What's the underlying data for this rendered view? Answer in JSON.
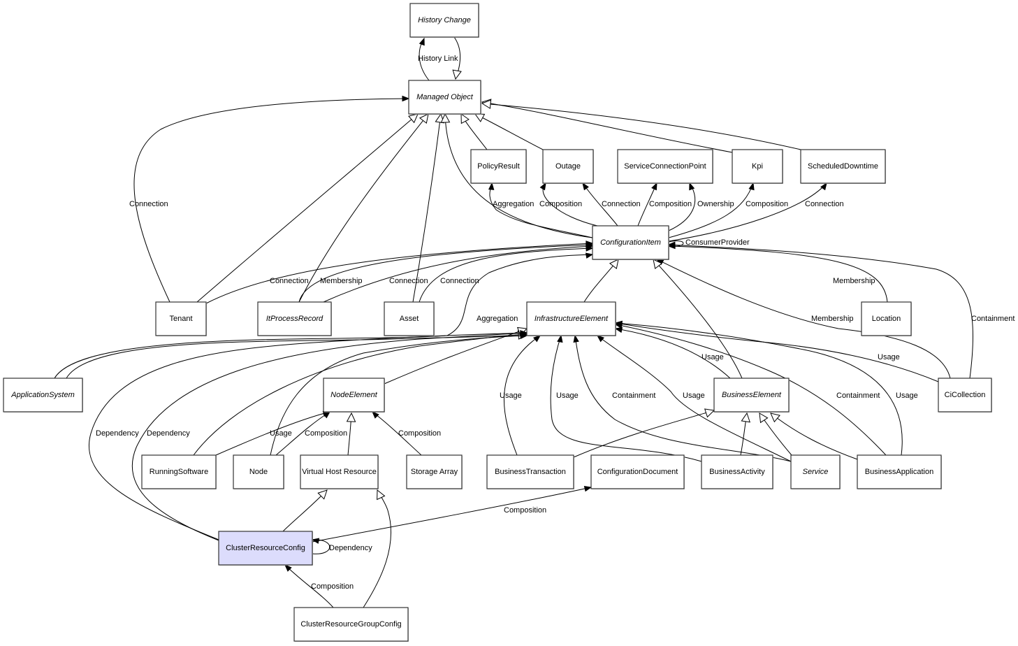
{
  "diagram": {
    "title": "Class relationship diagram",
    "nodes": [
      {
        "id": "history_change",
        "label": "History Change",
        "abstract": true
      },
      {
        "id": "managed_object",
        "label": "Managed Object",
        "abstract": true
      },
      {
        "id": "policy_result",
        "label": "PolicyResult",
        "abstract": false
      },
      {
        "id": "outage",
        "label": "Outage",
        "abstract": false
      },
      {
        "id": "service_connection_point",
        "label": "ServiceConnectionPoint",
        "abstract": false
      },
      {
        "id": "kpi",
        "label": "Kpi",
        "abstract": false
      },
      {
        "id": "scheduled_downtime",
        "label": "ScheduledDowntime",
        "abstract": false
      },
      {
        "id": "configuration_item",
        "label": "ConfigurationItem",
        "abstract": true
      },
      {
        "id": "tenant",
        "label": "Tenant",
        "abstract": false
      },
      {
        "id": "it_process_record",
        "label": "ItProcessRecord",
        "abstract": true
      },
      {
        "id": "asset",
        "label": "Asset",
        "abstract": false
      },
      {
        "id": "infrastructure_element",
        "label": "InfrastructureElement",
        "abstract": true
      },
      {
        "id": "location",
        "label": "Location",
        "abstract": false
      },
      {
        "id": "application_system",
        "label": "ApplicationSystem",
        "abstract": true
      },
      {
        "id": "node_element",
        "label": "NodeElement",
        "abstract": true
      },
      {
        "id": "business_element",
        "label": "BusinessElement",
        "abstract": true
      },
      {
        "id": "ci_collection",
        "label": "CiCollection",
        "abstract": false
      },
      {
        "id": "running_software",
        "label": "RunningSoftware",
        "abstract": false
      },
      {
        "id": "node",
        "label": "Node",
        "abstract": false
      },
      {
        "id": "virtual_host_resource",
        "label": "Virtual Host Resource",
        "abstract": false
      },
      {
        "id": "storage_array",
        "label": "Storage Array",
        "abstract": false
      },
      {
        "id": "business_transaction",
        "label": "BusinessTransaction",
        "abstract": false
      },
      {
        "id": "configuration_document",
        "label": "ConfigurationDocument",
        "abstract": false
      },
      {
        "id": "business_activity",
        "label": "BusinessActivity",
        "abstract": false
      },
      {
        "id": "service",
        "label": "Service",
        "abstract": true
      },
      {
        "id": "business_application",
        "label": "BusinessApplication",
        "abstract": false
      },
      {
        "id": "cluster_resource_config",
        "label": "ClusterResourceConfig",
        "abstract": false,
        "highlighted": true
      },
      {
        "id": "cluster_resource_group_config",
        "label": "ClusterResourceGroupConfig",
        "abstract": false
      }
    ],
    "edges": [
      {
        "from": "managed_object",
        "to": "history_change",
        "label": "History Link",
        "kind": "association"
      },
      {
        "from": "history_change",
        "to": "managed_object",
        "label": "",
        "kind": "inheritance"
      },
      {
        "from": "tenant",
        "to": "managed_object",
        "label": "Connection",
        "kind": "association"
      },
      {
        "from": "tenant",
        "to": "managed_object",
        "label": "",
        "kind": "inheritance"
      },
      {
        "from": "it_process_record",
        "to": "managed_object",
        "label": "",
        "kind": "inheritance"
      },
      {
        "from": "asset",
        "to": "managed_object",
        "label": "",
        "kind": "inheritance"
      },
      {
        "from": "configuration_item",
        "to": "managed_object",
        "label": "",
        "kind": "inheritance"
      },
      {
        "from": "policy_result",
        "to": "managed_object",
        "label": "",
        "kind": "inheritance"
      },
      {
        "from": "outage",
        "to": "managed_object",
        "label": "",
        "kind": "inheritance"
      },
      {
        "from": "kpi",
        "to": "managed_object",
        "label": "",
        "kind": "inheritance"
      },
      {
        "from": "scheduled_downtime",
        "to": "managed_object",
        "label": "",
        "kind": "inheritance"
      },
      {
        "from": "configuration_item",
        "to": "policy_result",
        "label": "Aggregation",
        "kind": "association"
      },
      {
        "from": "configuration_item",
        "to": "outage",
        "label": "Composition",
        "kind": "association"
      },
      {
        "from": "configuration_item",
        "to": "outage",
        "label": "Connection",
        "kind": "association"
      },
      {
        "from": "configuration_item",
        "to": "service_connection_point",
        "label": "Composition",
        "kind": "association"
      },
      {
        "from": "configuration_item",
        "to": "service_connection_point",
        "label": "Ownership",
        "kind": "association"
      },
      {
        "from": "configuration_item",
        "to": "kpi",
        "label": "Composition",
        "kind": "association"
      },
      {
        "from": "configuration_item",
        "to": "scheduled_downtime",
        "label": "Connection",
        "kind": "association"
      },
      {
        "from": "configuration_item",
        "to": "configuration_item",
        "label": "ConsumerProvider",
        "kind": "association"
      },
      {
        "from": "tenant",
        "to": "configuration_item",
        "label": "Connection",
        "kind": "association"
      },
      {
        "from": "it_process_record",
        "to": "configuration_item",
        "label": "Membership",
        "kind": "association"
      },
      {
        "from": "it_process_record",
        "to": "configuration_item",
        "label": "Connection",
        "kind": "association"
      },
      {
        "from": "asset",
        "to": "configuration_item",
        "label": "Connection",
        "kind": "association"
      },
      {
        "from": "infrastructure_element",
        "to": "configuration_item",
        "label": "",
        "kind": "inheritance"
      },
      {
        "from": "application_system",
        "to": "configuration_item",
        "label": "Aggregation",
        "kind": "association"
      },
      {
        "from": "location",
        "to": "configuration_item",
        "label": "Membership",
        "kind": "association"
      },
      {
        "from": "ci_collection",
        "to": "configuration_item",
        "label": "Membership",
        "kind": "association"
      },
      {
        "from": "ci_collection",
        "to": "configuration_item",
        "label": "Containment",
        "kind": "association"
      },
      {
        "from": "business_element",
        "to": "configuration_item",
        "label": "",
        "kind": "inheritance"
      },
      {
        "from": "application_system",
        "to": "infrastructure_element",
        "label": "",
        "kind": "inheritance"
      },
      {
        "from": "node_element",
        "to": "infrastructure_element",
        "label": "",
        "kind": "inheritance"
      },
      {
        "from": "cluster_resource_config",
        "to": "infrastructure_element",
        "label": "Dependency",
        "kind": "association"
      },
      {
        "from": "cluster_resource_config",
        "to": "infrastructure_element",
        "label": "Dependency",
        "kind": "association"
      },
      {
        "from": "running_software",
        "to": "infrastructure_element",
        "label": "",
        "kind": "association"
      },
      {
        "from": "node",
        "to": "infrastructure_element",
        "label": "",
        "kind": "association"
      },
      {
        "from": "business_transaction",
        "to": "infrastructure_element",
        "label": "Usage",
        "kind": "association"
      },
      {
        "from": "business_activity",
        "to": "infrastructure_element",
        "label": "Usage",
        "kind": "association"
      },
      {
        "from": "service",
        "to": "infrastructure_element",
        "label": "Containment",
        "kind": "association"
      },
      {
        "from": "service",
        "to": "infrastructure_element",
        "label": "Usage",
        "kind": "association"
      },
      {
        "from": "business_element",
        "to": "infrastructure_element",
        "label": "Usage",
        "kind": "association"
      },
      {
        "from": "business_application",
        "to": "infrastructure_element",
        "label": "Containment",
        "kind": "association"
      },
      {
        "from": "business_application",
        "to": "infrastructure_element",
        "label": "Usage",
        "kind": "association"
      },
      {
        "from": "ci_collection",
        "to": "infrastructure_element",
        "label": "Usage",
        "kind": "association"
      },
      {
        "from": "running_software",
        "to": "node_element",
        "label": "Usage",
        "kind": "association"
      },
      {
        "from": "node",
        "to": "node_element",
        "label": "Composition",
        "kind": "association"
      },
      {
        "from": "virtual_host_resource",
        "to": "node_element",
        "label": "",
        "kind": "inheritance"
      },
      {
        "from": "storage_array",
        "to": "node_element",
        "label": "Composition",
        "kind": "association"
      },
      {
        "from": "business_transaction",
        "to": "business_element",
        "label": "",
        "kind": "inheritance"
      },
      {
        "from": "business_activity",
        "to": "business_element",
        "label": "",
        "kind": "inheritance"
      },
      {
        "from": "service",
        "to": "business_element",
        "label": "",
        "kind": "inheritance"
      },
      {
        "from": "business_application",
        "to": "business_element",
        "label": "",
        "kind": "inheritance"
      },
      {
        "from": "cluster_resource_config",
        "to": "virtual_host_resource",
        "label": "",
        "kind": "inheritance"
      },
      {
        "from": "cluster_resource_group_config",
        "to": "virtual_host_resource",
        "label": "",
        "kind": "inheritance"
      },
      {
        "from": "cluster_resource_config",
        "to": "configuration_document",
        "label": "Composition",
        "kind": "association"
      },
      {
        "from": "cluster_resource_config",
        "to": "cluster_resource_config",
        "label": "Dependency",
        "kind": "association"
      },
      {
        "from": "cluster_resource_group_config",
        "to": "cluster_resource_config",
        "label": "Composition",
        "kind": "association"
      }
    ],
    "colors": {
      "node_fill": "#ffffff",
      "highlight_fill": "#dcdcfc",
      "border": "#333333",
      "line": "#000000"
    }
  }
}
